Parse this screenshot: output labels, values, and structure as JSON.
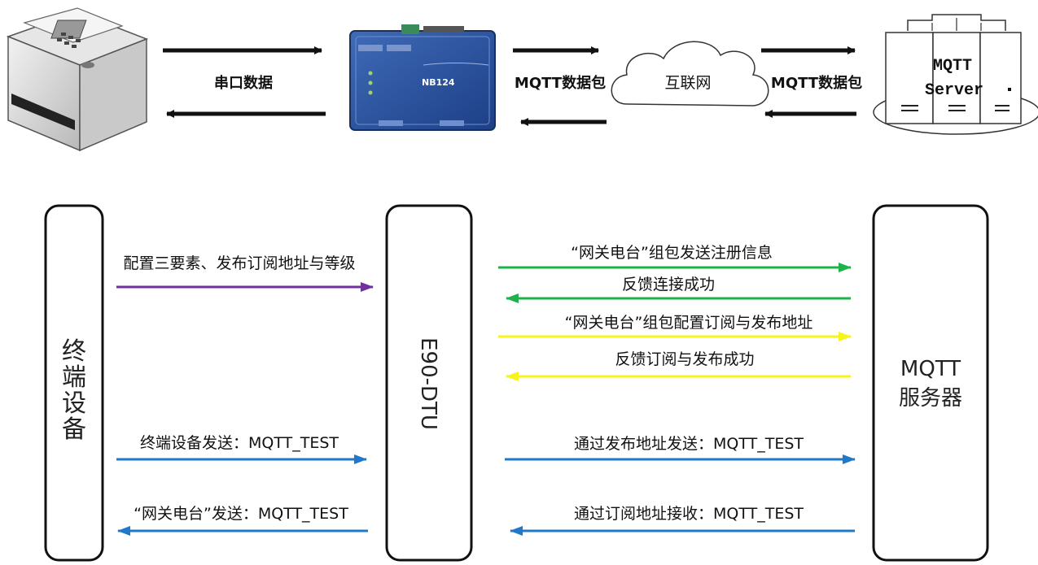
{
  "top": {
    "serial_label": "串口数据",
    "mqtt_packet_left": "MQTT数据包",
    "internet_label": "互联网",
    "mqtt_packet_right": "MQTT数据包",
    "server_line1": "MQTT",
    "server_line2": "Server",
    "dtu_model": "NB124"
  },
  "columns": {
    "terminal": "终端设备",
    "dtu": "E90-DTU",
    "server_line1": "MQTT",
    "server_line2": "服务器"
  },
  "messages": {
    "config": "配置三要素、发布订阅地址与等级",
    "register": "“网关电台”组包发送注册信息",
    "feedback_connect": "反馈连接成功",
    "subscribe_config": "“网关电台”组包配置订阅与发布地址",
    "feedback_subscribe": "反馈订阅与发布成功",
    "terminal_send": "终端设备发送：MQTT_TEST",
    "publish_send": "通过发布地址发送：MQTT_TEST",
    "gateway_send": "“网关电台”发送：MQTT_TEST",
    "subscribe_receive": "通过订阅地址接收：MQTT_TEST"
  },
  "colors": {
    "purple": "#7030a0",
    "green": "#1db24a",
    "yellow": "#f5f51a",
    "blue": "#1f78c8",
    "black": "#111111"
  }
}
